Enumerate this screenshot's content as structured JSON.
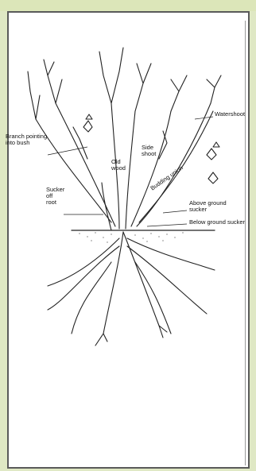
{
  "labels": {
    "branch_pointing": "Branch pointing\ninto bush",
    "old_wood": "Old\nwood",
    "side_shoot": "Side\nshoot",
    "watershoot": "Watershoot",
    "budding_union": "Budding union",
    "sucker_off_root": "Sucker\noff\nroot",
    "above_ground_sucker": "Above ground\nsucker",
    "below_ground_sucker": "Below ground sucker"
  },
  "colors": {
    "ink": "#222222",
    "background": "#dfe8c4",
    "panel_border": "#5a5a5a"
  }
}
